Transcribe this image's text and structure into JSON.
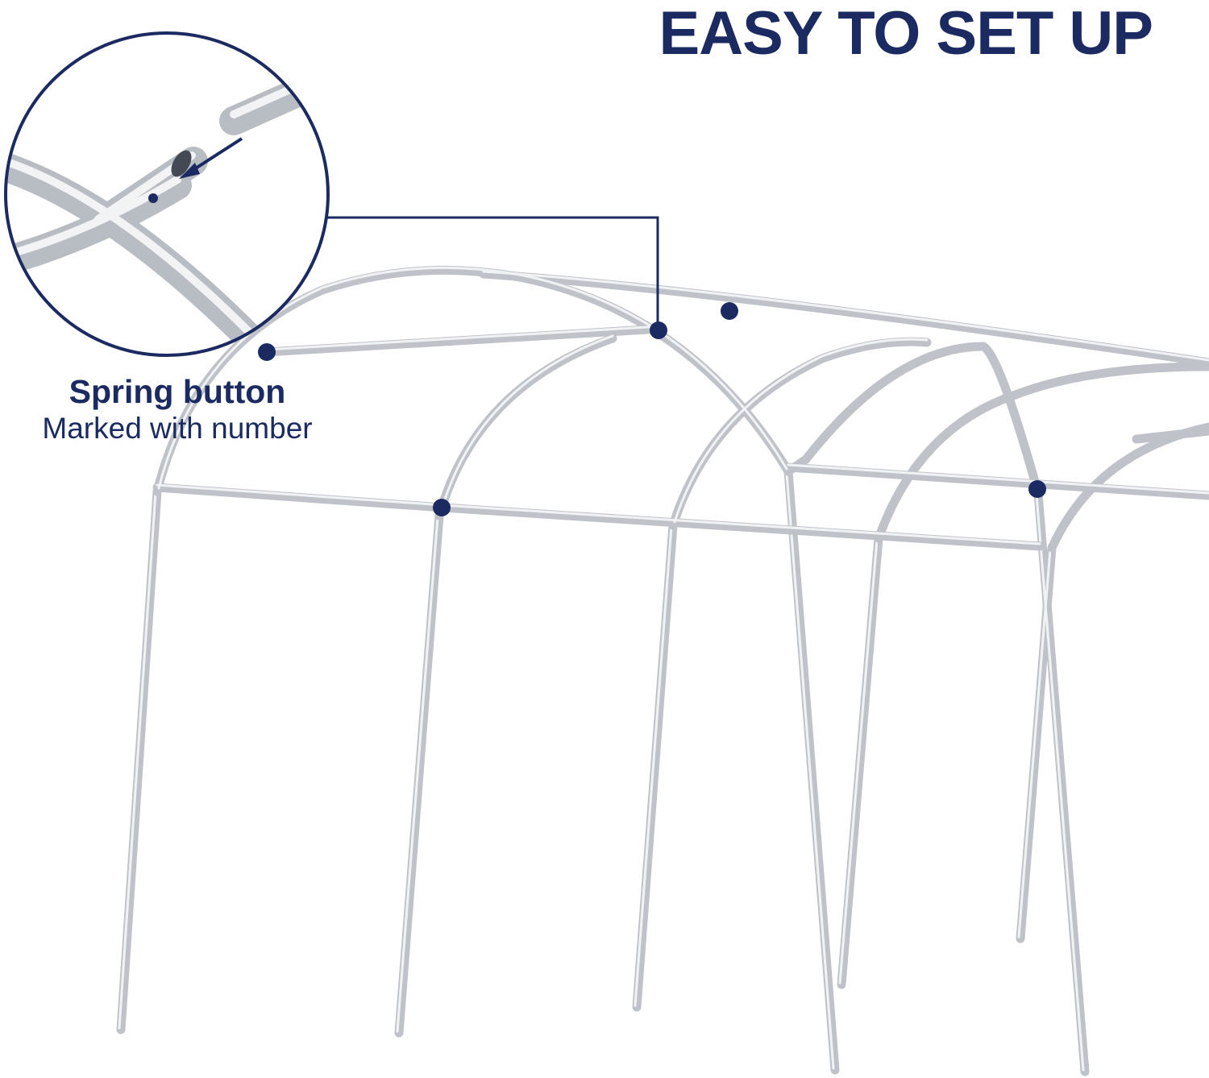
{
  "headline": "EASY TO SET UP",
  "callout": {
    "title": "Spring button",
    "subtitle": "Marked with number"
  },
  "colors": {
    "accent": "#1b2b61",
    "pipe": "#c9ccd1",
    "pipe_highlight": "#f1f2f4"
  },
  "icons": {
    "zoom": "magnified-pipe-joint",
    "marker": "spring-button-dot"
  }
}
